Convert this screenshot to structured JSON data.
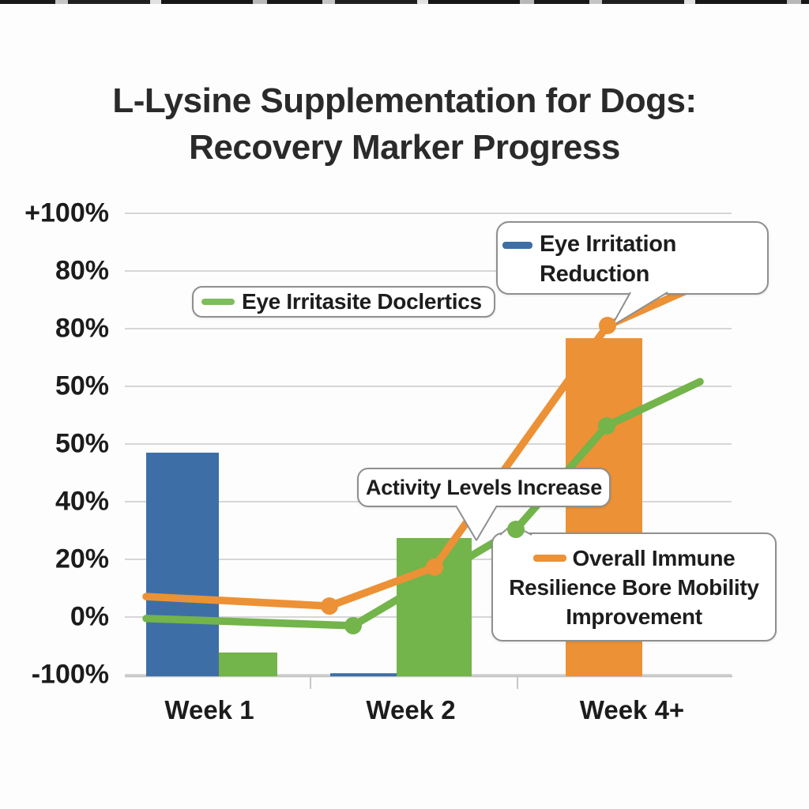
{
  "page": {
    "background": "#fdfdfd",
    "top_edge_artifact": "dark cropped marks along top edge"
  },
  "title": {
    "line1": "L-Lysine Supplementation for Dogs:",
    "line2": "Recovery Marker Progress"
  },
  "y_axis": {
    "tick_labels": [
      "+100%",
      "80%",
      "80%",
      "50%",
      "50%",
      "40%",
      "20%",
      "0%",
      "-100%"
    ]
  },
  "x_axis": {
    "tick_labels": [
      "Week 1",
      "Week 2",
      "Week 4+"
    ]
  },
  "legend_box": {
    "label": "Eye Irritasite Doclertics",
    "swatch_color": "#7cbd5c"
  },
  "callouts": {
    "eye_irritation": {
      "line1": "Eye Irritation",
      "line2": "Reduction",
      "swatch_color": "#3d6fa6"
    },
    "activity": {
      "label": "Activity Levels Increase"
    },
    "overall": {
      "line1": "Overall Immune",
      "line2": "Resilience Bore Mobility",
      "line3": "Improvement",
      "swatch_color": "#ec9136"
    }
  },
  "colors": {
    "blue": "#3d6fa6",
    "green": "#73b44b",
    "orange": "#ec9136",
    "grid": "#d6d6d6",
    "axis_line": "#c6c6c6",
    "text": "#1f1f1f",
    "bubble_border": "#8f8f8f"
  },
  "chart_data": {
    "type": "bar+line combo",
    "title": "L-Lysine Supplementation for Dogs: Recovery Marker Progress",
    "categories": [
      "Week 1",
      "Week 2",
      "Week 4+"
    ],
    "y_axis_tick_labels_as_printed": [
      "+100%",
      "80%",
      "80%",
      "50%",
      "50%",
      "40%",
      "20%",
      "0%",
      "-100%"
    ],
    "ylim_implied": [
      -100,
      115
    ],
    "grid": true,
    "legend_position": "upper-left-inside box",
    "bars": [
      {
        "category": "Week 1",
        "color": "#3d6fa6",
        "series_hint": "Eye Irritation Reduction",
        "top_value_pct": 57.0
      },
      {
        "category": "Week 1",
        "color": "#73b44b",
        "series_hint": "Eye Irritasite Doclertics",
        "top_value_pct": -12.3
      },
      {
        "category": "Week 2",
        "color": "#3d6fa6",
        "series_hint": "Eye Irritation Reduction",
        "top_value_pct": -19.5
      },
      {
        "category": "Week 2",
        "color": "#73b44b",
        "series_hint": "Activity Levels Increase",
        "top_value_pct": 27.4
      },
      {
        "category": "Week 4+",
        "color": "#ec9136",
        "series_hint": "Overall Immune Resilience Bore Mobility Improvement",
        "top_value_pct": 96.7
      }
    ],
    "lines": [
      {
        "name": "Overall Immune Resilience Bore Mobility Improvement",
        "color": "#ec9136",
        "values_pct": [
          7.1,
          3.8,
          17.3,
          101.1,
          113.2
        ],
        "markers_at": [
          1,
          2,
          3
        ]
      },
      {
        "name": "Eye Irritasite Doclertics (activity levels)",
        "color": "#73b44b",
        "values_pct": [
          -0.5,
          -3.0,
          30.4,
          66.3,
          81.6
        ],
        "markers_at": [
          1,
          2,
          3
        ]
      }
    ]
  }
}
